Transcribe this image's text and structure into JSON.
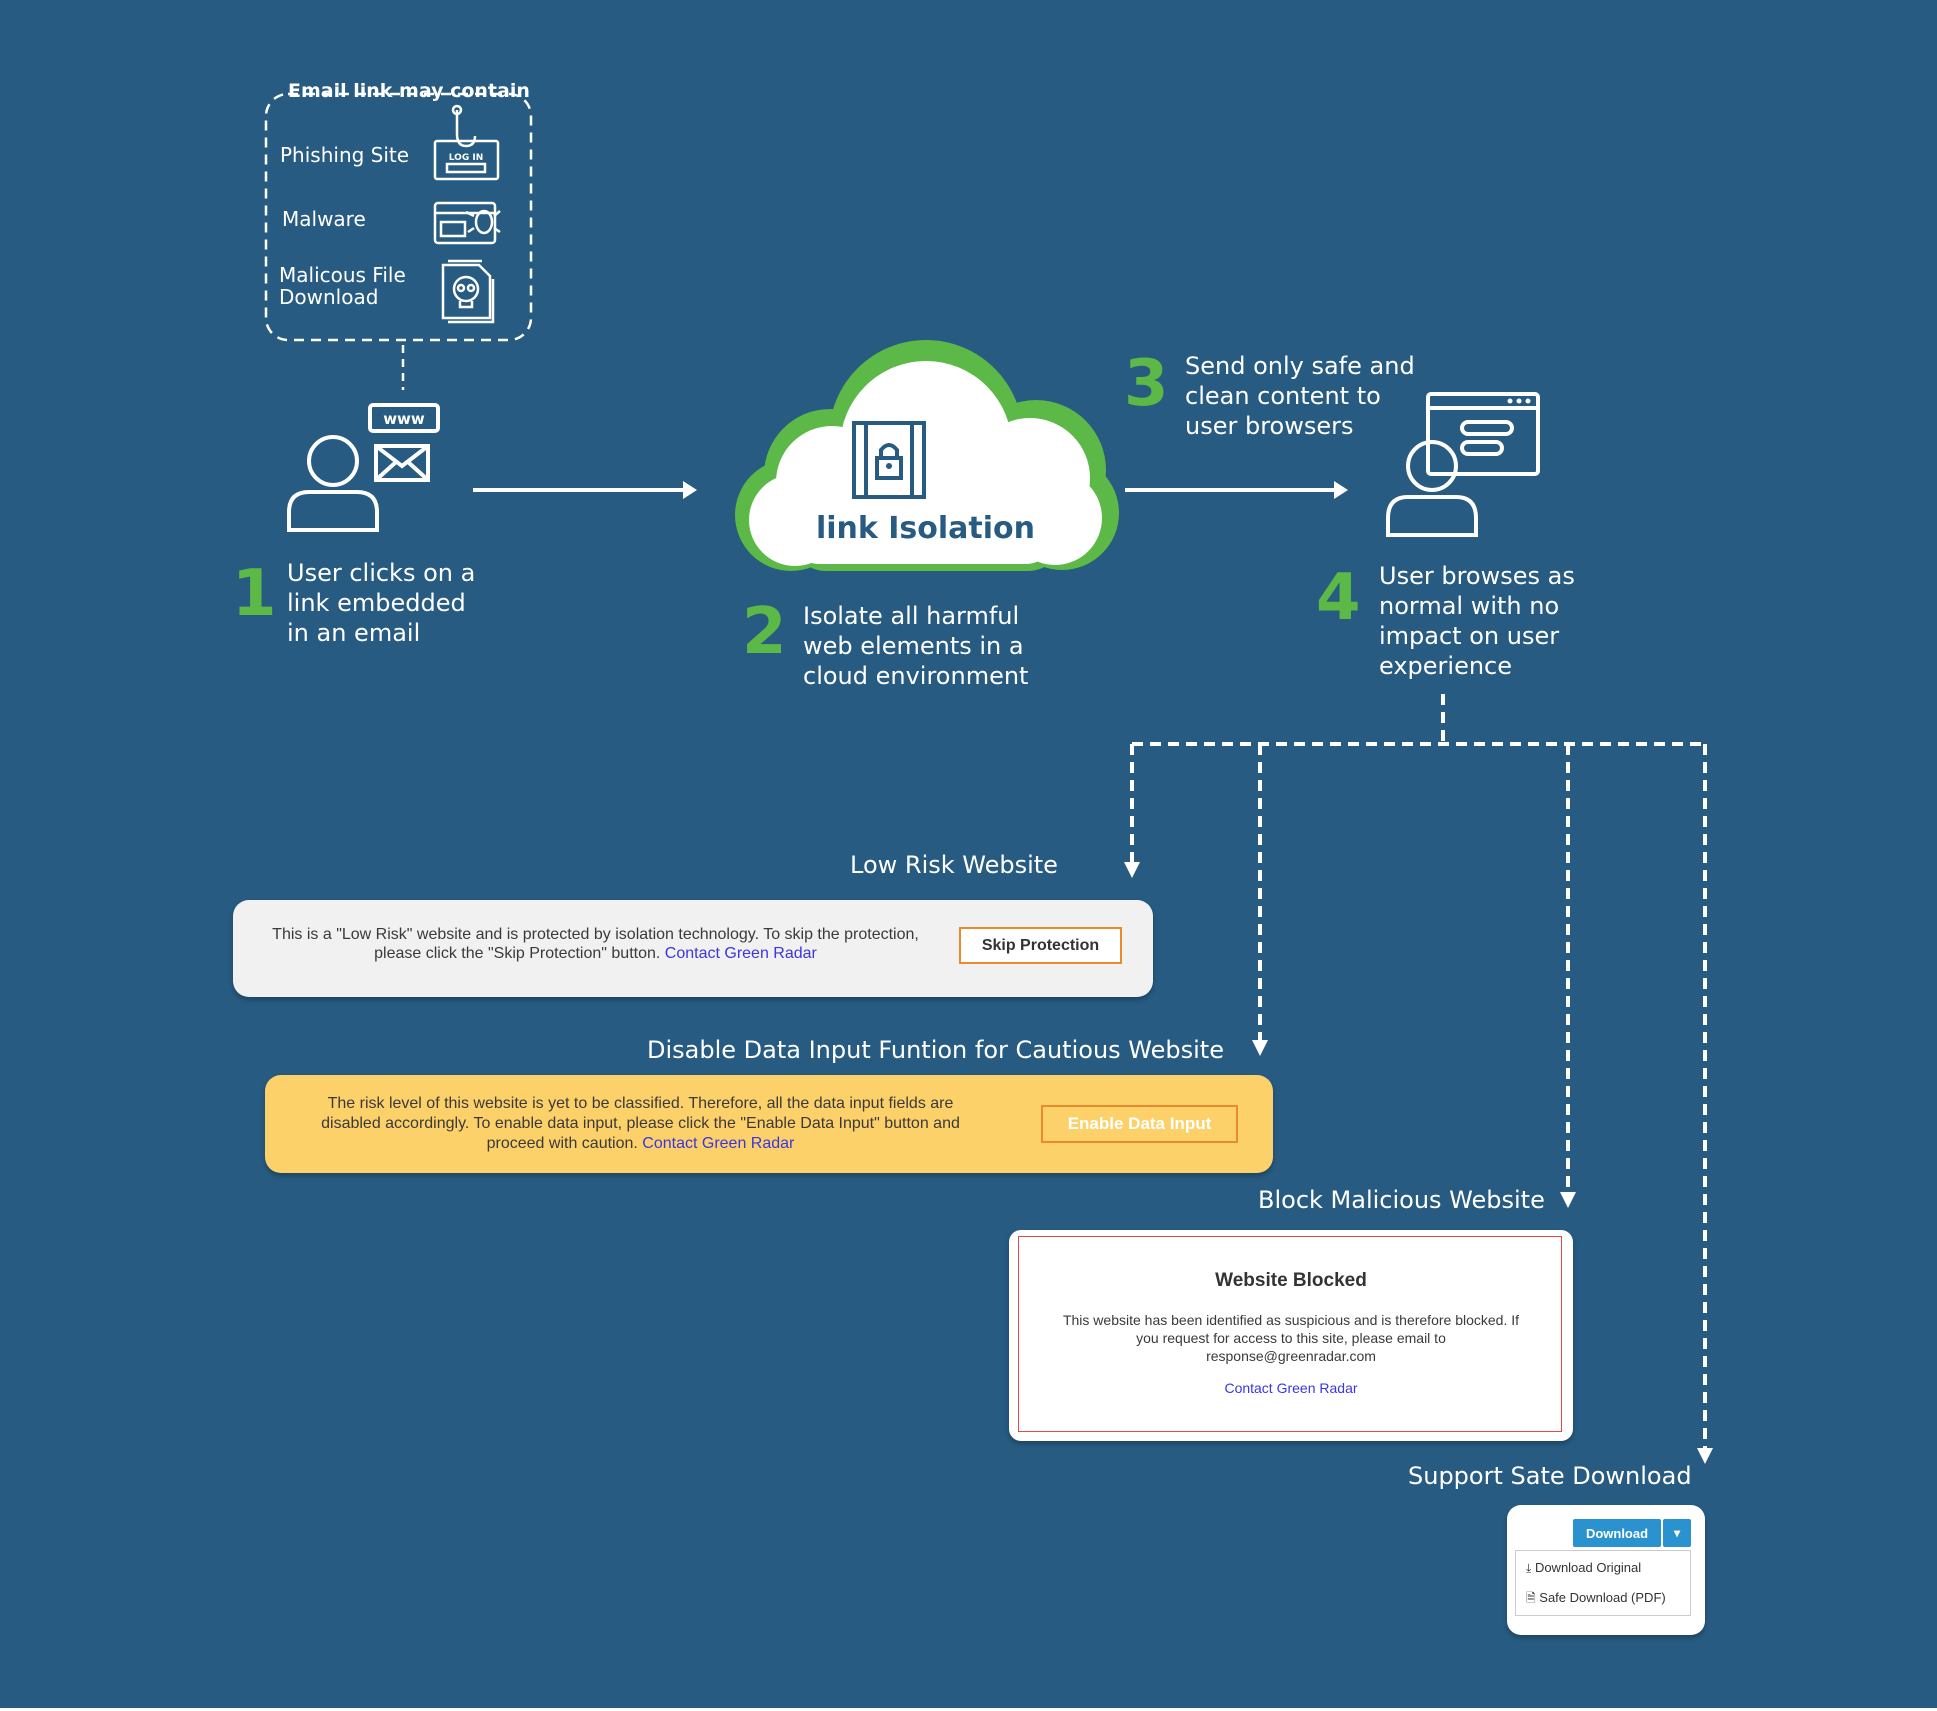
{
  "colors": {
    "background": "#275b81",
    "accent_green": "#5cb947",
    "white": "#ffffff",
    "caution_yellow": "#fdd16a",
    "button_orange": "#e98a2f",
    "block_red": "#e24a4a",
    "download_blue": "#2a93cf",
    "link_blue": "#3b36e0"
  },
  "threats": {
    "title": "Email link may contain",
    "items": [
      {
        "label": "Phishing Site",
        "icon": "phishing-login-icon"
      },
      {
        "label": "Malware",
        "icon": "malware-bug-icon"
      },
      {
        "label": "Malicous File",
        "label2": "Download",
        "icon": "skull-file-icon"
      }
    ]
  },
  "cloud": {
    "title": "link Isolation",
    "icon": "lock-cage-icon"
  },
  "steps": [
    {
      "number": "1",
      "lines": [
        "User clicks on a",
        "link embedded",
        "in an email"
      ]
    },
    {
      "number": "2",
      "lines": [
        "Isolate all harmful",
        "web elements in a",
        "cloud environment"
      ]
    },
    {
      "number": "3",
      "lines": [
        "Send only safe and",
        "clean content to",
        "user browsers"
      ]
    },
    {
      "number": "4",
      "lines": [
        "User browses as",
        "normal with no",
        "impact on user",
        "experience"
      ]
    }
  ],
  "icons": {
    "user_email": [
      "user-icon",
      "www-icon",
      "envelope-icon"
    ],
    "user_browser": [
      "user-icon",
      "browser-window-icon"
    ]
  },
  "low_risk": {
    "heading": "Low Risk Website",
    "text_line1": "This is a \"Low Risk\" website and is protected by isolation technology. To skip the protection,",
    "text_line2": "please click the \"Skip Protection\" button.",
    "link": "Contact Green Radar",
    "button": "Skip Protection"
  },
  "caution": {
    "heading": "Disable Data Input Funtion for Cautious Website",
    "text_line1": "The risk level of this website is yet to be classified. Therefore, all the data input fields are",
    "text_line2": "disabled accordingly. To enable data input, please click the \"Enable Data Input\" button and",
    "text_line3": "proceed with caution.",
    "link": "Contact Green Radar",
    "button": "Enable Data Input"
  },
  "blocked": {
    "heading": "Block Malicious Website",
    "title": "Website Blocked",
    "text_line1": "This website has been identified as suspicious and is therefore blocked. If",
    "text_line2": "you request for access to this site, please email to",
    "text_line3": "response@greenradar.com",
    "link": "Contact Green Radar"
  },
  "download": {
    "heading": "Support Sate Download",
    "button": "Download",
    "caret": "▾",
    "options": [
      {
        "label": "Download Original",
        "icon": "download-icon"
      },
      {
        "label": "Safe Download (PDF)",
        "icon": "pdf-file-icon"
      }
    ]
  }
}
